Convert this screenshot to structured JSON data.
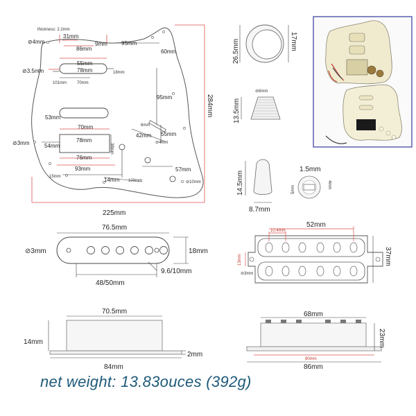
{
  "pickguard": {
    "thickness": "thickness: 2.2mm",
    "d31": "31mm",
    "d86": "86mm",
    "d9": "9mm",
    "d95top": "95mm",
    "d60": "60mm",
    "hole4": "4mm",
    "hole35": "3.5mm",
    "d55": "55mm",
    "d78a": "78mm",
    "d18": "18mm",
    "d101": "101mm",
    "d70a": "70mm",
    "d95r": "95mm",
    "d284": "284mm",
    "d53": "53mm",
    "d70b": "70mm",
    "d6a": "6mm",
    "d6b": "6mm",
    "d55b": "55mm",
    "d42": "42mm",
    "hole3": "3mm",
    "d54": "54mm",
    "d78b": "78mm",
    "d38": "38mm",
    "d4b": "4mm",
    "d76": "76mm",
    "d93": "93mm",
    "d57": "57mm",
    "d15": "15mm",
    "d14": "14mm",
    "d100": "100mm",
    "hole10": "10mm",
    "d225": "225mm"
  },
  "knob": {
    "w": "26.5mm",
    "h": "17mm",
    "hole": "6mm",
    "h2": "13.5mm"
  },
  "switch_tip": {
    "h": "14.5mm",
    "w": "8.7mm",
    "d1": "1.5mm",
    "d2": "4mm",
    "d3": "5mm"
  },
  "single_coil": {
    "w": "76.5mm",
    "h": "18mm",
    "hole": "3mm",
    "spacing": "48/50mm",
    "pole": "9.6/10mm"
  },
  "humbucker_top": {
    "w": "52mm",
    "pole": "10.4mm",
    "h": "37mm",
    "side": "13mm",
    "hole": "3mm"
  },
  "single_side": {
    "w": "70.5mm",
    "h": "14mm",
    "base_h": "2mm",
    "base_w": "84mm"
  },
  "hum_side": {
    "w": "68mm",
    "h": "23mm",
    "base_inner": "80mm",
    "base_w": "86mm"
  },
  "footer": "net weight: 13.83ouces (392g)"
}
